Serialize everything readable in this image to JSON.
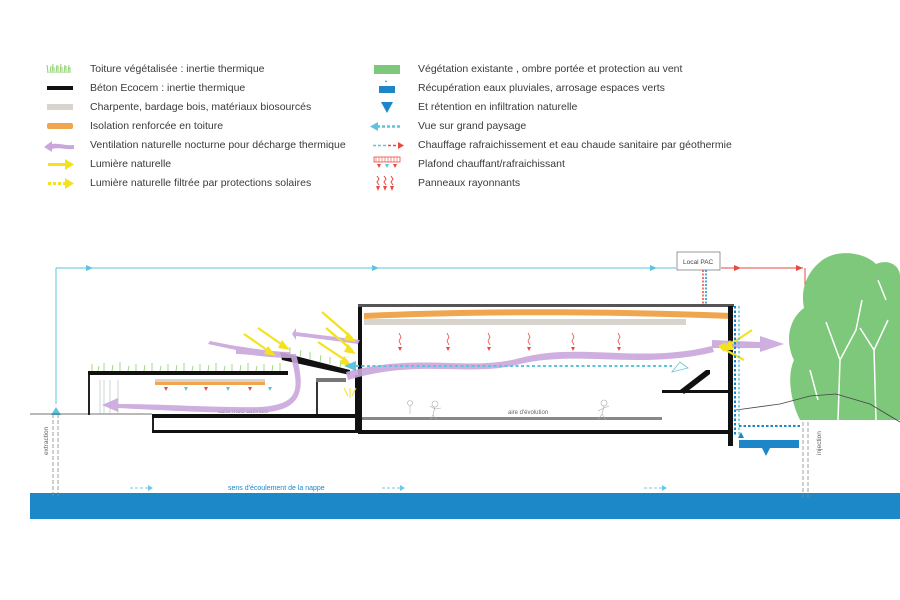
{
  "legend_left": [
    {
      "icon": "green-roof-icon",
      "label": "Toiture végétalisée : inertie thermique"
    },
    {
      "icon": "black-concrete-bar-icon",
      "label": "Béton Ecocem : inertie thermique"
    },
    {
      "icon": "grey-wood-bar-icon",
      "label": "Charpente, bardage bois, matériaux biosourcés"
    },
    {
      "icon": "orange-insulation-bar-icon",
      "label": "Isolation renforcée en toiture"
    },
    {
      "icon": "purple-ventilation-arrow-icon",
      "label": "Ventilation naturelle nocturne pour décharge thermique"
    },
    {
      "icon": "yellow-light-arrow-icon",
      "label": "Lumière naturelle"
    },
    {
      "icon": "yellow-dashed-light-arrow-icon",
      "label": "Lumière naturelle filtrée par protections solaires"
    }
  ],
  "legend_right": [
    {
      "icon": "green-vegetation-bar-icon",
      "label": "Végétation existante , ombre portée et protection au vent"
    },
    {
      "icon": "rainwater-recovery-icon",
      "label": "Récupération eaux pluviales, arrosage espaces verts"
    },
    {
      "icon": "water-infiltration-arrow-icon",
      "label": "Et rétention en infiltration naturelle"
    },
    {
      "icon": "cyan-view-arrow-icon",
      "label": "Vue sur  grand paysage"
    },
    {
      "icon": "geothermal-arrow-icon",
      "label": "Chauffage rafraichissement et eau chaude sanitaire par géothermie"
    },
    {
      "icon": "radiant-ceiling-icon",
      "label": "Plafond chauffant/rafraichissant"
    },
    {
      "icon": "radiant-panels-icon",
      "label": "Panneaux rayonnants"
    }
  ],
  "section": {
    "local_pac": "Local PAC",
    "salle_multi": "salle multi activités",
    "aire_evolution": "aire d'évolution",
    "extraction": "extraction",
    "injection": "injection",
    "nappe": "sens d'écoulement de la nappe"
  },
  "colors": {
    "green": "#7dc87a",
    "orange": "#f0a64e",
    "purple": "#c9a6dc",
    "yellow": "#f3e21d",
    "cyan": "#5ec3dc",
    "blue": "#1d86c8",
    "red": "#e84a3f",
    "water": "#1c88c8",
    "wood": "#d8d3cc"
  }
}
